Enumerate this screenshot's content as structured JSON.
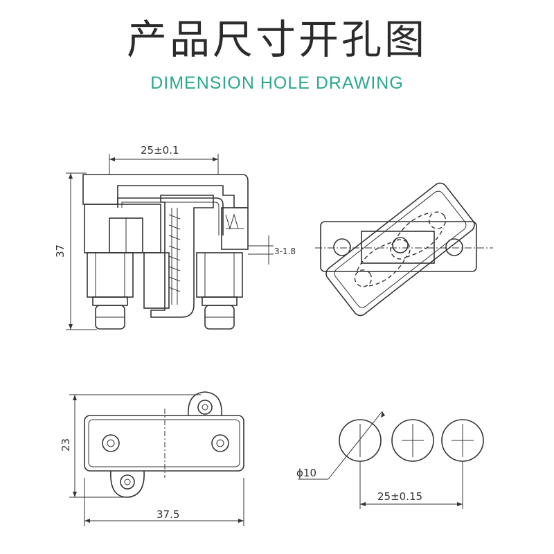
{
  "title": "产品尺寸开孔图",
  "subtitle": "DIMENSION HOLE DRAWING",
  "accent_color": "#2aa88d",
  "dimensions": {
    "top_width": "25±0.1",
    "height": "37",
    "offset": "3-1.8",
    "bottom_height": "23",
    "bottom_width": "37.5",
    "hole_diameter": "ϕ10",
    "hole_spacing": "25±0.15"
  }
}
